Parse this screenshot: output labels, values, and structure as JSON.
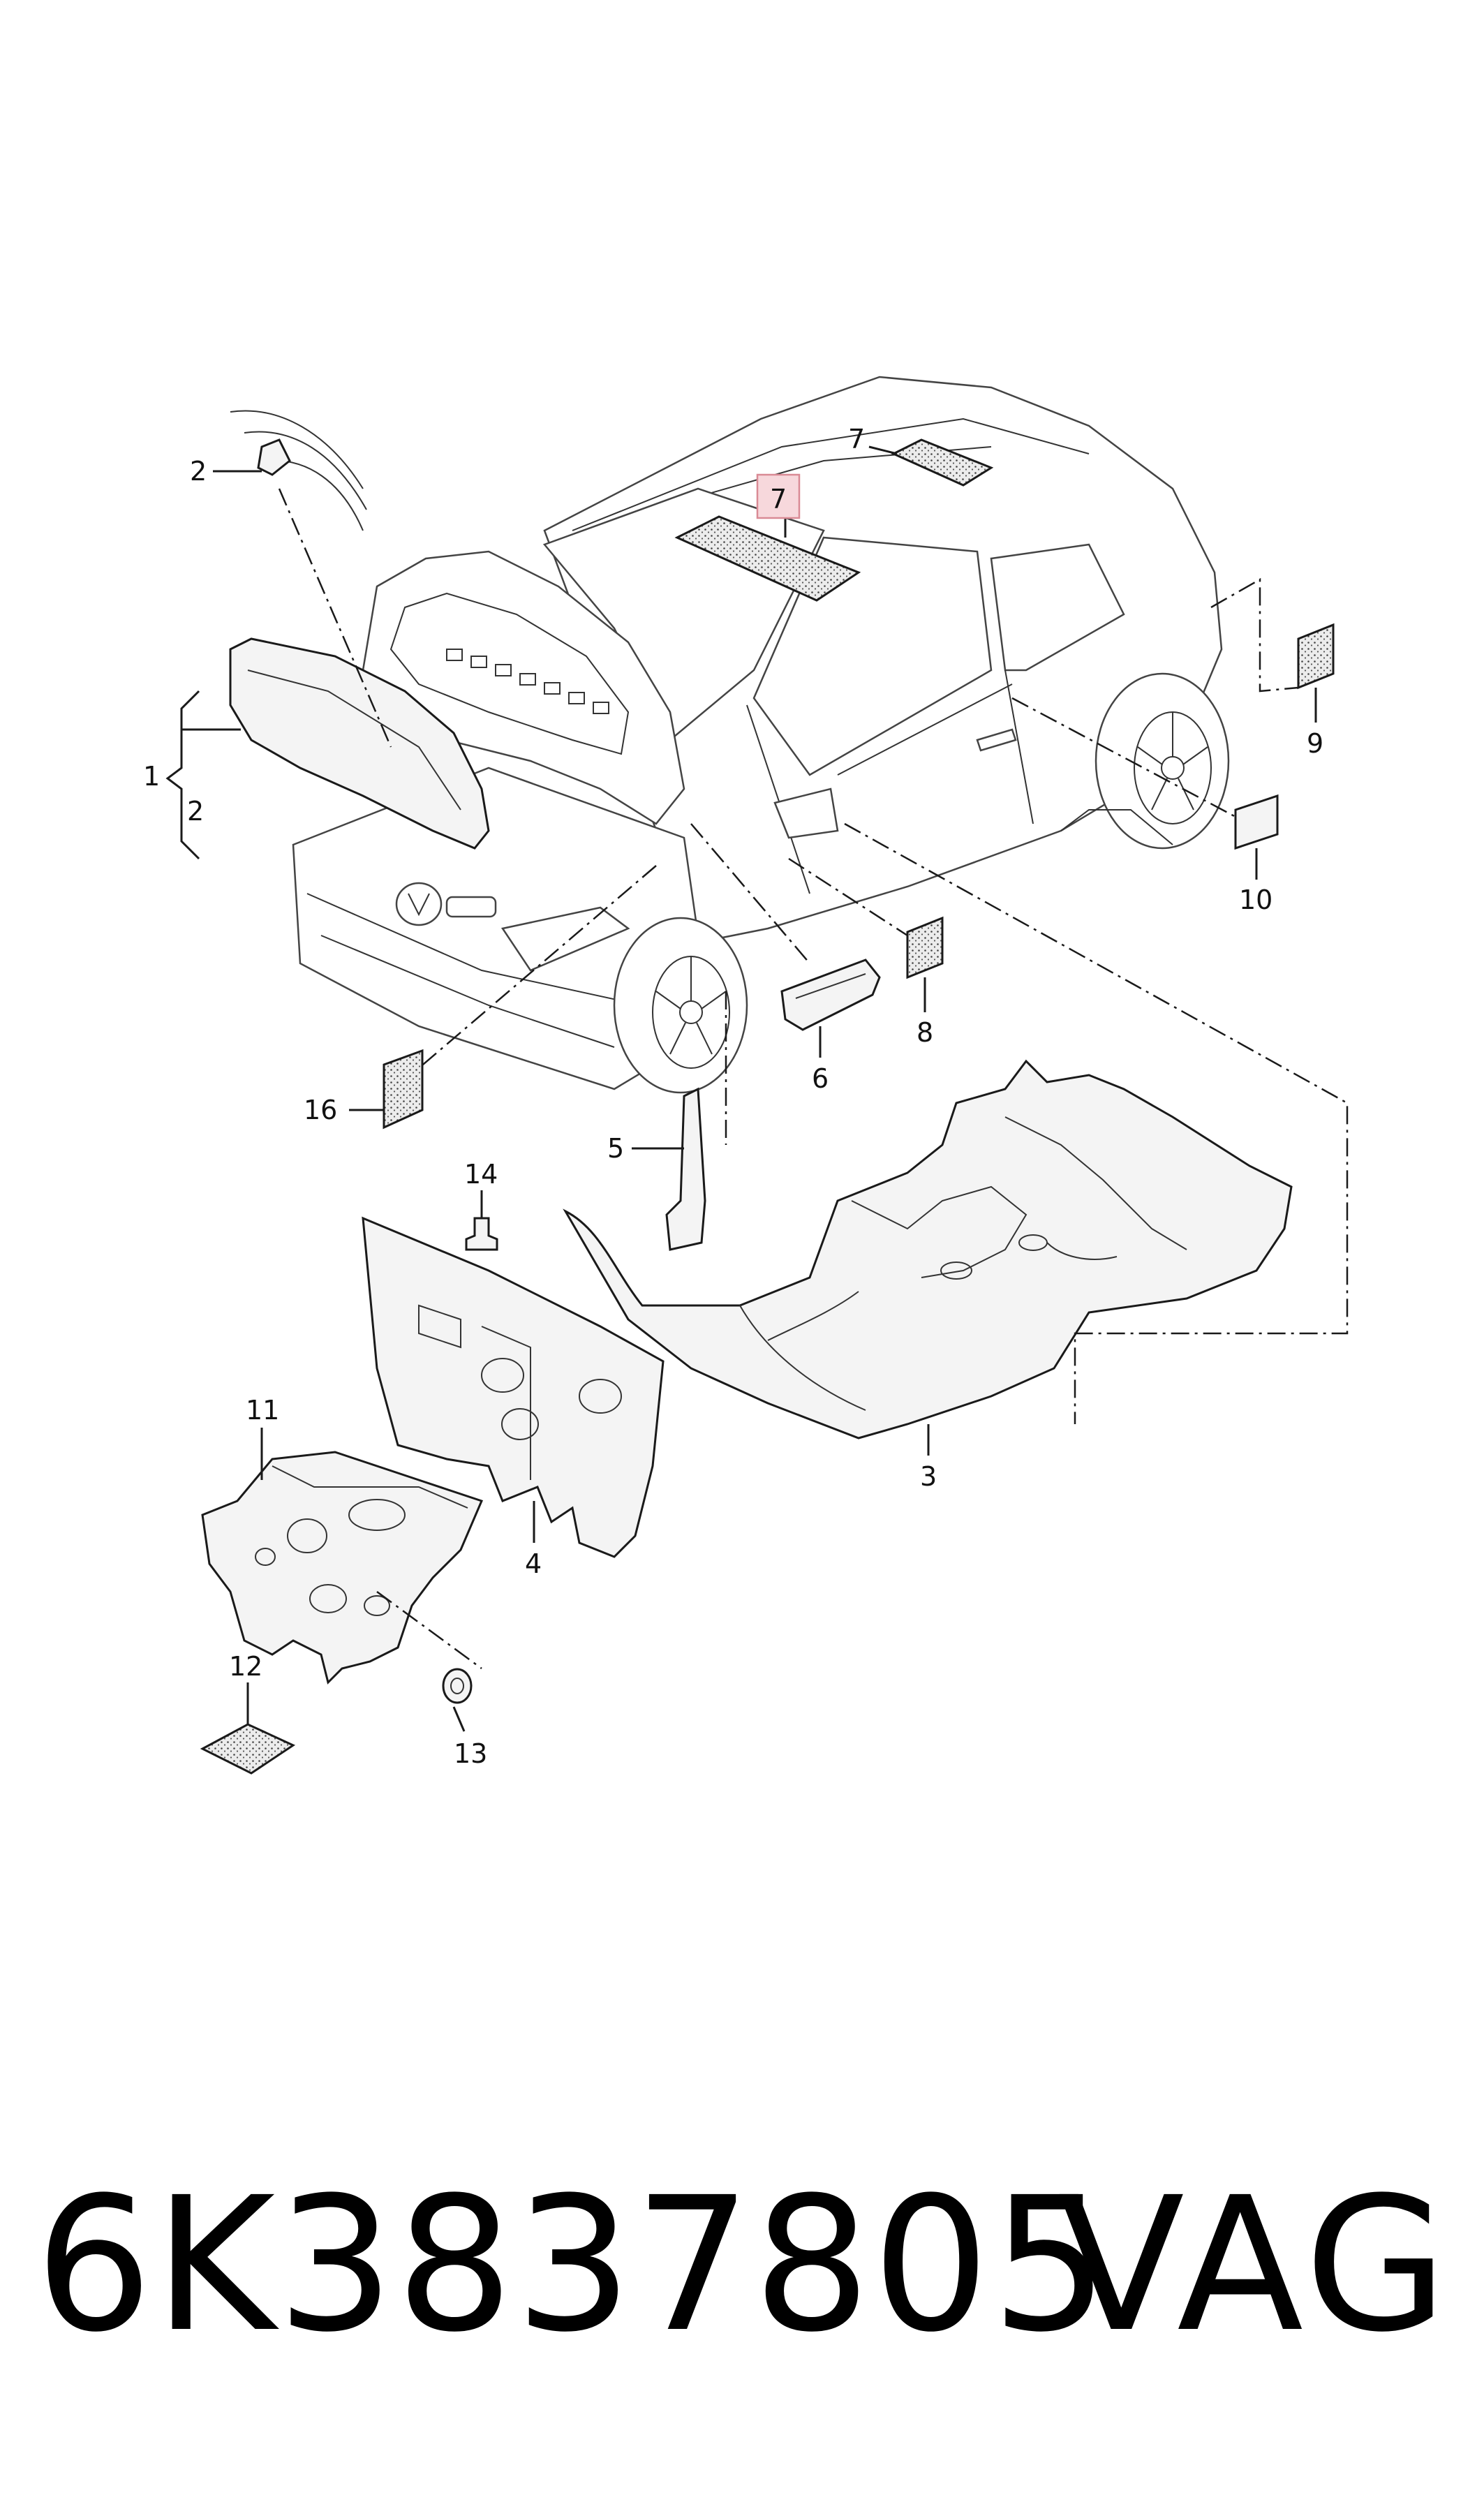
{
  "diagram": {
    "callouts": {
      "c1": "1",
      "c2_left": "2",
      "c2_top": "2",
      "c7_highlight": "7",
      "c7_roof": "7",
      "c9": "9",
      "c10": "10",
      "c16": "16",
      "c8": "8",
      "c6": "6",
      "c5": "5",
      "c14": "14",
      "c3": "3",
      "c4": "4",
      "c11": "11",
      "c12": "12",
      "c13": "13"
    },
    "highlighted_callout": "7"
  },
  "footer": {
    "part_number": "6K3837805",
    "brand": "VAG"
  }
}
